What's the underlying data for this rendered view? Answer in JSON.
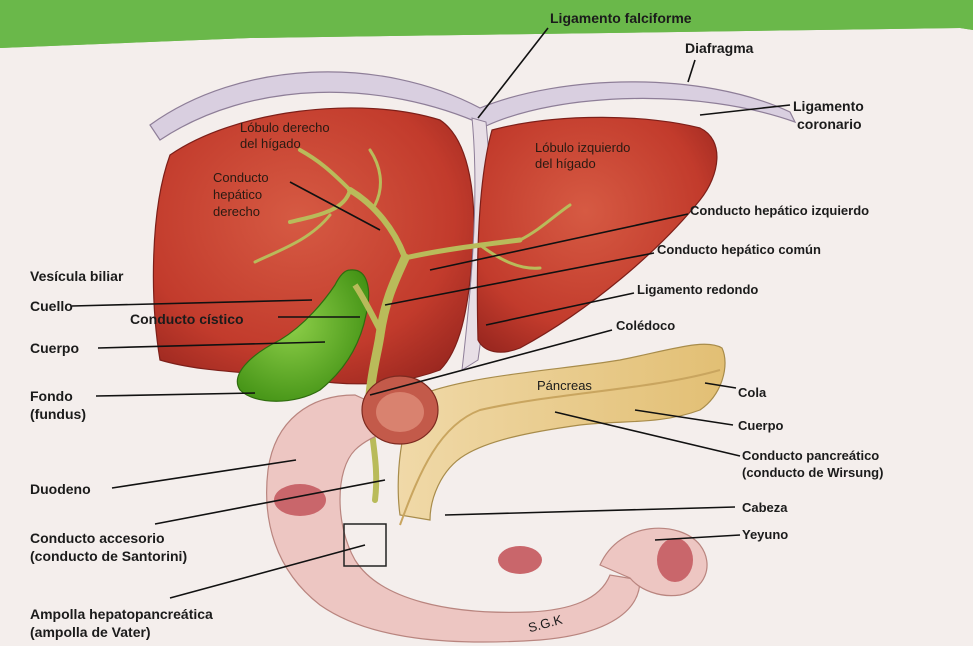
{
  "labels": {
    "ligamento_falciforme": "Ligamento falciforme",
    "diafragma": "Diafragma",
    "ligamento_coronario_1": "Ligamento",
    "ligamento_coronario_2": "coronario",
    "lobulo_derecho_1": "Lóbulo derecho",
    "lobulo_derecho_2": "del hígado",
    "lobulo_izquierdo_1": "Lóbulo izquierdo",
    "lobulo_izquierdo_2": "del hígado",
    "conducto_hepatico_derecho_1": "Conducto",
    "conducto_hepatico_derecho_2": "hepático",
    "conducto_hepatico_derecho_3": "derecho",
    "conducto_hepatico_izquierdo": "Conducto hepático izquierdo",
    "conducto_hepatico_comun": "Conducto hepático común",
    "ligamento_redondo": "Ligamento redondo",
    "vesicula_biliar": "Vesícula biliar",
    "cuello": "Cuello",
    "conducto_cistico": "Conducto cístico",
    "cuerpo": "Cuerpo",
    "coledoco": "Colédoco",
    "fondo_1": "Fondo",
    "fondo_2": "(fundus)",
    "pancreas": "Páncreas",
    "cola": "Cola",
    "cuerpo_pancreas": "Cuerpo",
    "conducto_pancreatico_1": "Conducto pancreático",
    "conducto_pancreatico_2": "(conducto de Wirsung)",
    "duodeno": "Duodeno",
    "cabeza": "Cabeza",
    "conducto_accesorio_1": "Conducto accesorio",
    "conducto_accesorio_2": "(conducto de Santorini)",
    "yeyuno": "Yeyuno",
    "ampolla_1": "Ampolla hepatopancreática",
    "ampolla_2": "(ampolla de Vater)",
    "signature": "S.G.K"
  },
  "colors": {
    "background": "#6ab84a",
    "paper": "#f4eeec",
    "liver": "#c7402f",
    "liver_dark": "#a52a22",
    "diaphragm": "#d9cfe0",
    "bile_duct": "#b9bb5a",
    "gallbladder": "#5fae1e",
    "pancreas": "#e6c987",
    "duodenum": "#edc6c2",
    "intestine_lumen": "#c9666b"
  }
}
